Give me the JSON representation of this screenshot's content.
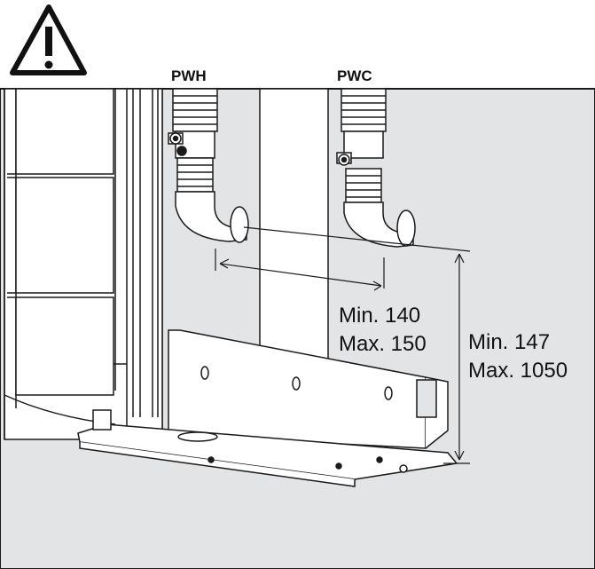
{
  "labels": {
    "hot": "PWH",
    "cold": "PWC"
  },
  "dimensions": {
    "horizontal": {
      "min": "Min. 140",
      "max": "Max. 150"
    },
    "vertical": {
      "min": "Min. 147",
      "max": "Max. 1050"
    }
  },
  "icons": [
    "warning-icon"
  ],
  "colors": {
    "wall": "#e3e4e6",
    "line": "#1a1a1a",
    "panel": "#ffffff"
  }
}
